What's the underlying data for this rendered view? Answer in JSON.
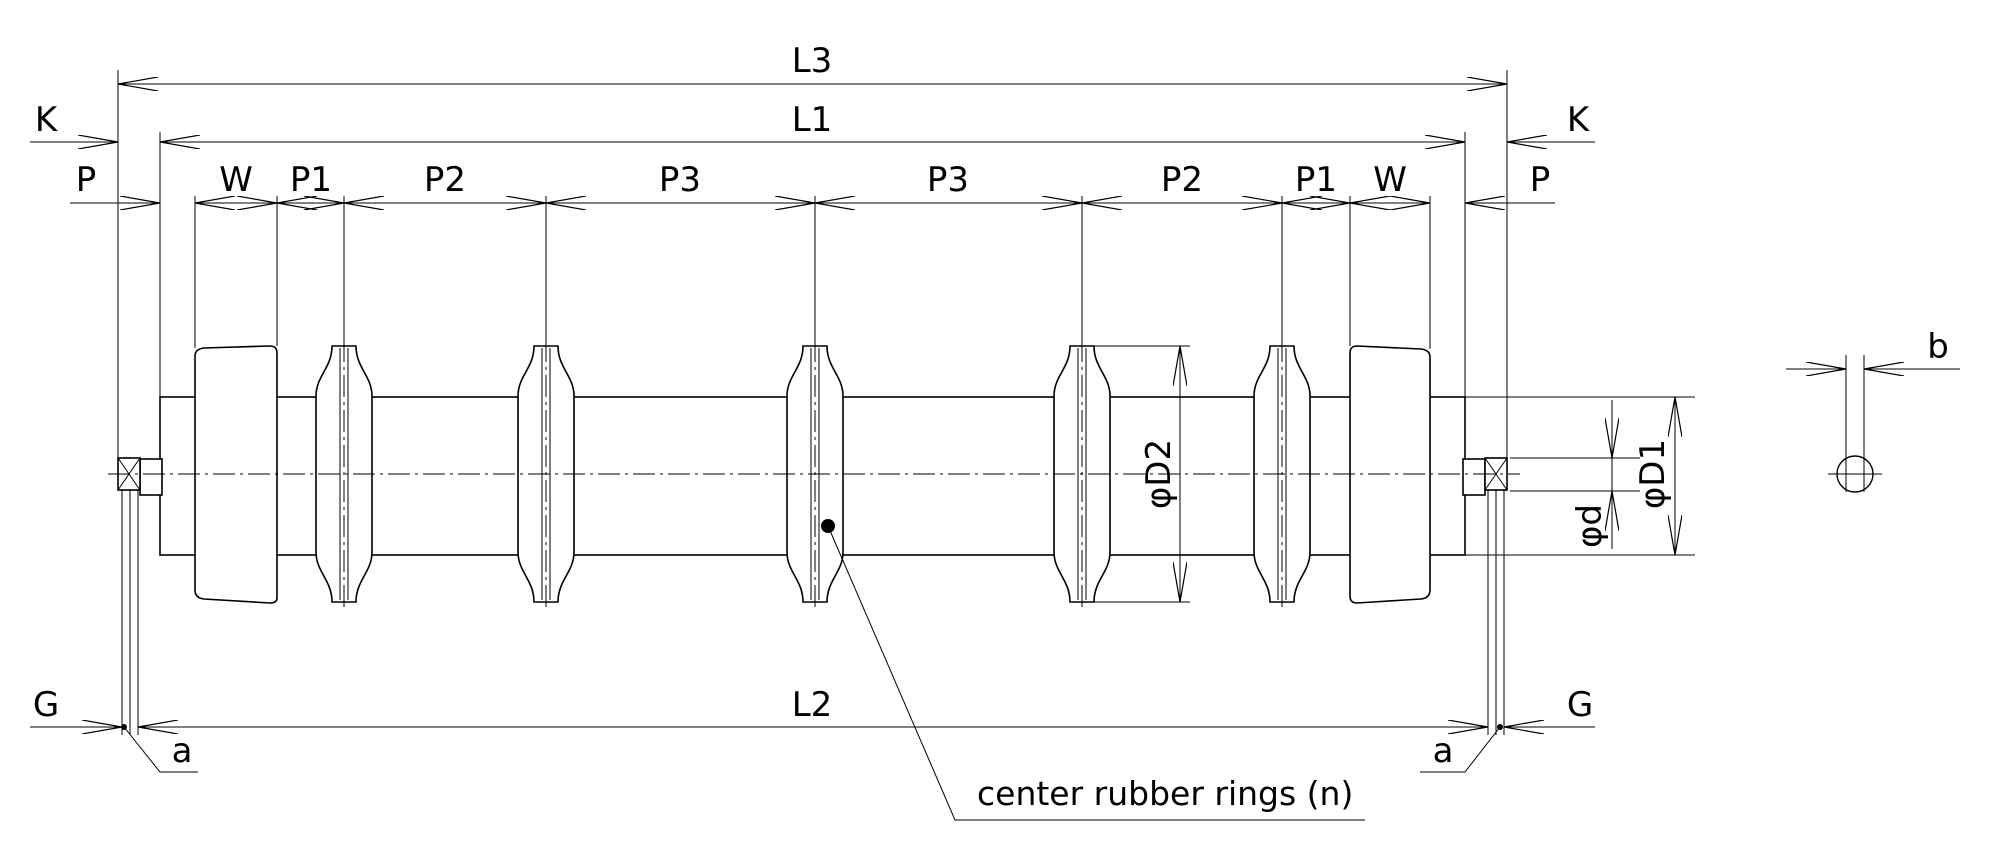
{
  "dimensions": {
    "L3": "L3",
    "L1": "L1",
    "L2": "L2",
    "K": "K",
    "P": "P",
    "W": "W",
    "P1": "P1",
    "P2": "P2",
    "P3": "P3",
    "G": "G",
    "a": "a",
    "b": "b",
    "D1": "φD1",
    "D2": "φD2",
    "d": "φd"
  },
  "callout": {
    "center_rings": "center rubber rings (n)"
  },
  "colors": {
    "line": "#000000",
    "background": "#ffffff"
  }
}
